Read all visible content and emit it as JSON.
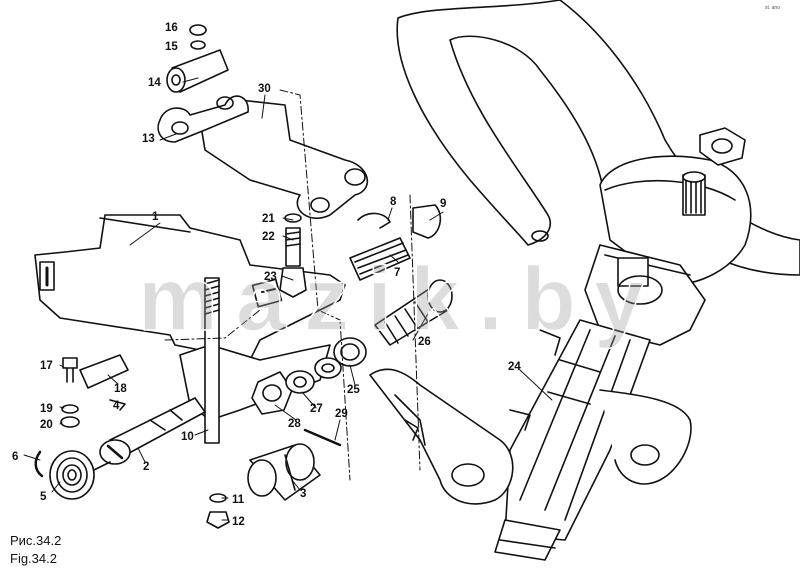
{
  "figure": {
    "caption_ru": "Рис.34.2",
    "caption_en": "Fig.34.2",
    "watermark": "mazik.by",
    "corner_mark": "st. ano"
  },
  "callouts": [
    "16",
    "15",
    "14",
    "13",
    "30",
    "1",
    "21",
    "22",
    "23",
    "8",
    "9",
    "7",
    "17",
    "18",
    "4",
    "19",
    "20",
    "6",
    "5",
    "2",
    "10",
    "11",
    "12",
    "3",
    "28",
    "27",
    "29",
    "25",
    "26",
    "24"
  ]
}
